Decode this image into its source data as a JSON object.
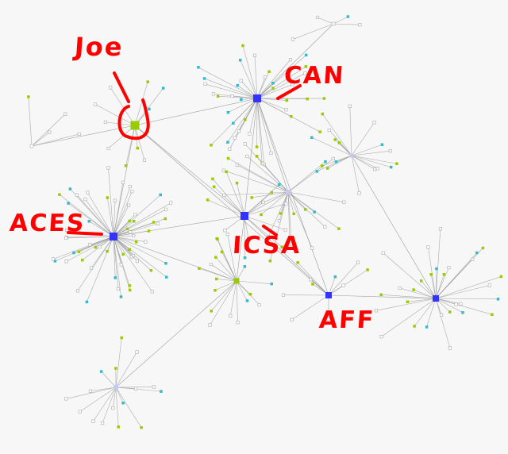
{
  "annotations": {
    "joe": "Joe",
    "can": "CAN",
    "aces": "ACES",
    "icsa": "ICSA",
    "aff": "AFF"
  },
  "colors": {
    "hub": "#3333ff",
    "hub_light": "#c8c8f0",
    "green": "#99cc00",
    "cyan": "#33bbcc",
    "white": "#ffffff",
    "edge": "#888888",
    "annotation": "#ff0000"
  }
}
